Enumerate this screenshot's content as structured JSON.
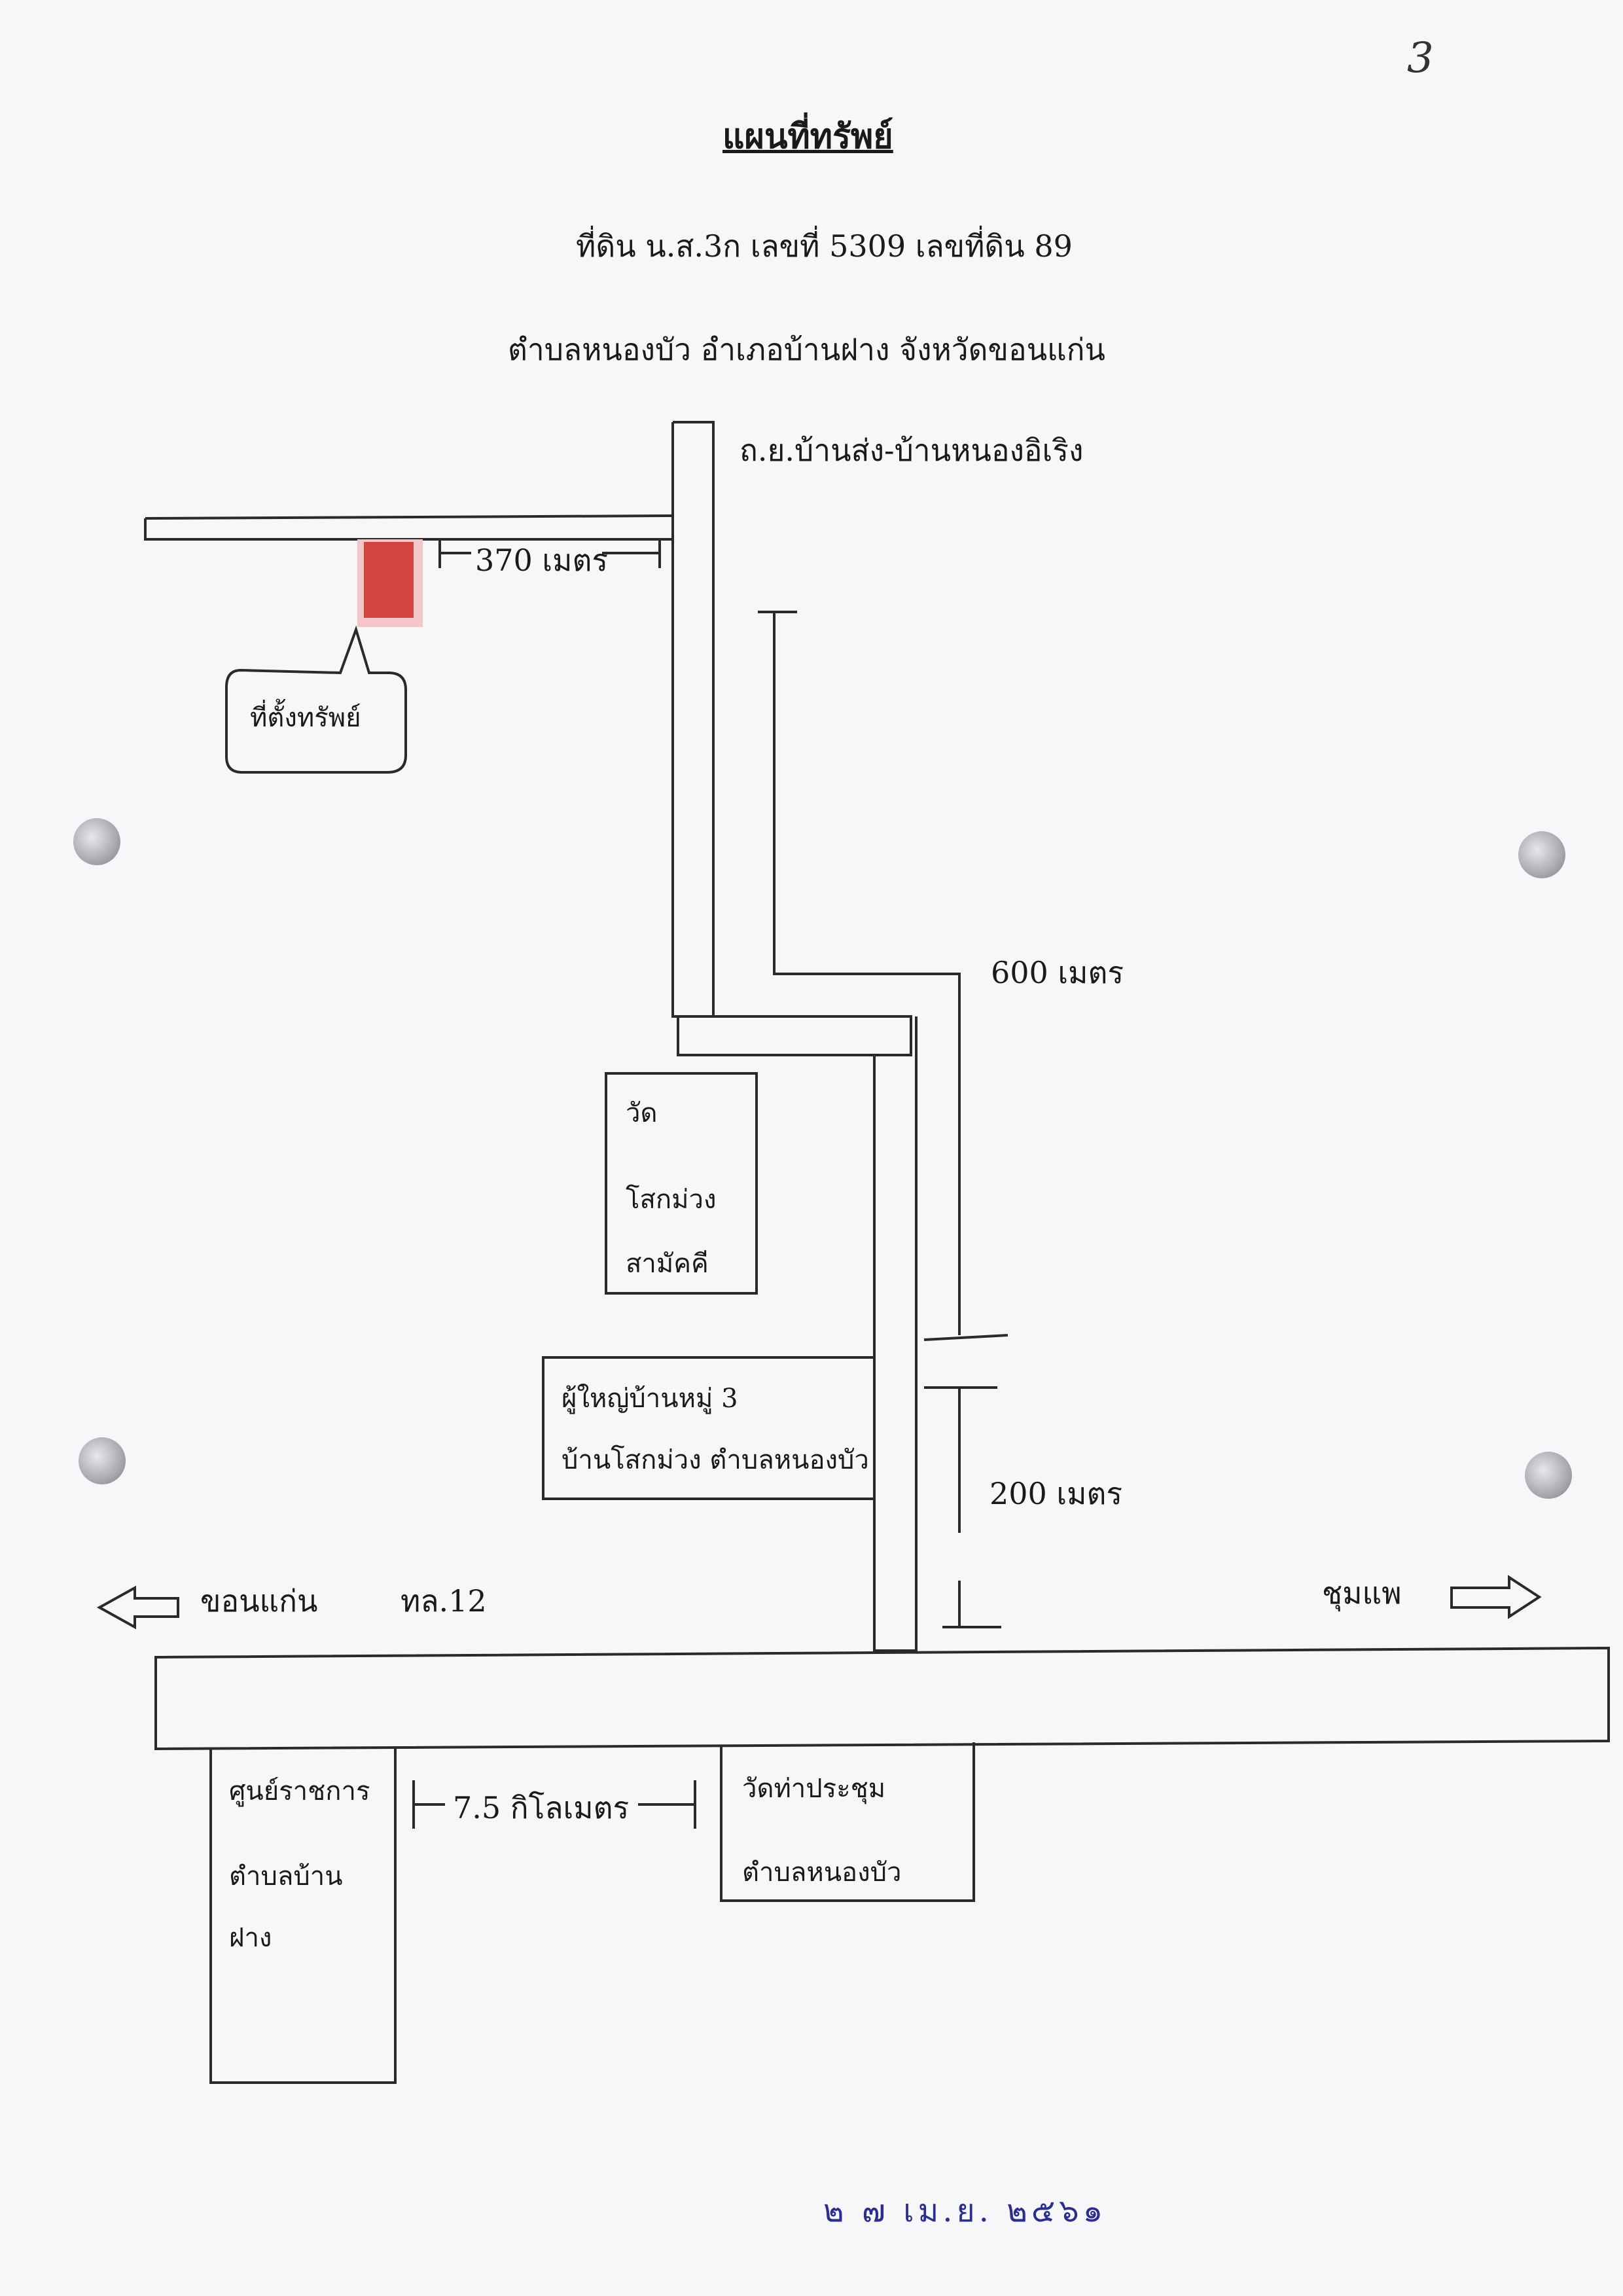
{
  "page_number": "3",
  "title": "แผนที่ทรัพย์",
  "subtitle_line1": "ที่ดิน น.ส.3ก เลขที่ 5309 เลขที่ดิน 89",
  "subtitle_line2": "ตำบลหนองบัว อำเภอบ้านฝาง จังหวัดขอนแก่น",
  "labels": {
    "road_north": "ถ.ย.บ้านส่ง-บ้านหนองอิเริง",
    "distance_370": "370 เมตร",
    "property_callout": "ที่ตั้งทรัพย์",
    "distance_600": "600 เมตร",
    "temple_box": [
      "วัด",
      "โสกม่วง",
      "สามัคคี"
    ],
    "headman_box": [
      "ผู้ใหญ่บ้านหมู่ 3",
      "บ้านโสกม่วง ตำบลหนองบัว"
    ],
    "distance_200": "200 เมตร",
    "west_city": "ขอนแก่น",
    "highway": "ทล.12",
    "east_city": "ชุมแพ",
    "office_box": [
      "ศูนย์ราชการ",
      "ตำบลบ้าน",
      "ฝาง"
    ],
    "distance_7_5": "7.5 กิโลเมตร",
    "temple_south_box": [
      "วัดท่าประชุม",
      "ตำบลหนองบัว"
    ]
  },
  "date_stamp": "๒ ๗  เม.ย.  ๒๕๖๑",
  "colors": {
    "property_fill": "#d0463f",
    "line": "#2a2a2a",
    "stamp": "#2a2e8c"
  }
}
